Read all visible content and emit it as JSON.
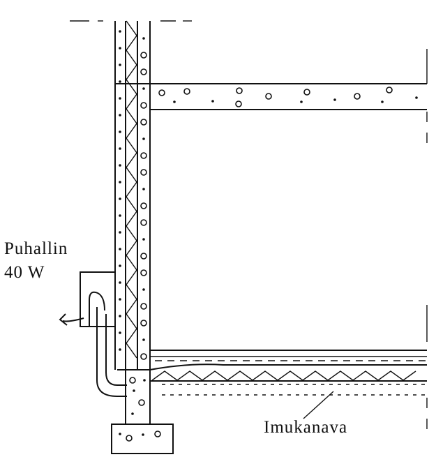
{
  "labels": {
    "fan_line1": "Puhallin",
    "fan_line2": "40 W",
    "suction_duct": "Imukanava"
  },
  "colors": {
    "ink": "#111111",
    "paper": "#ffffff"
  }
}
